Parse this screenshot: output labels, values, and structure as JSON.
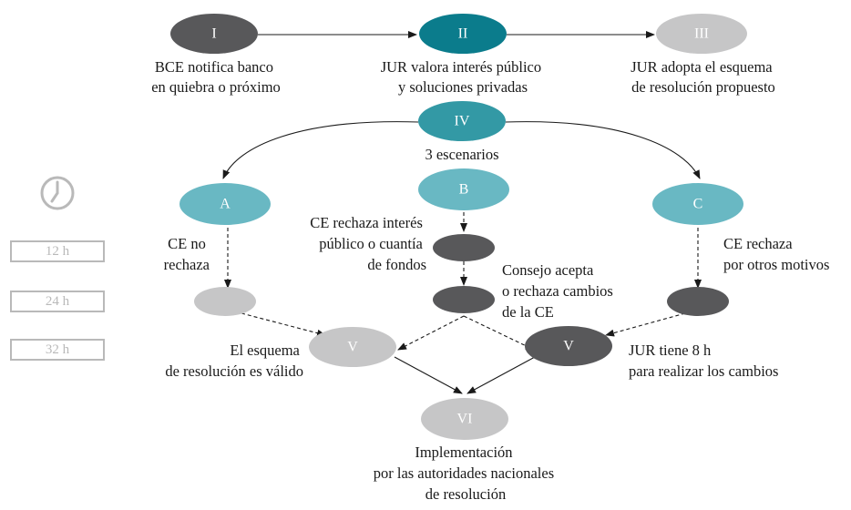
{
  "colors": {
    "dark": "#58585a",
    "teal_dark": "#0b7c8c",
    "teal_mid": "#3399a5",
    "teal_light": "#69b8c3",
    "grey_light": "#c6c6c7",
    "grey_box": "#b9b9b9",
    "line": "#1a1a1a"
  },
  "nodes": {
    "I": {
      "label": "I"
    },
    "II": {
      "label": "II"
    },
    "III": {
      "label": "III"
    },
    "IV": {
      "label": "IV"
    },
    "A": {
      "label": "A"
    },
    "B": {
      "label": "B"
    },
    "C": {
      "label": "C"
    },
    "V_left": {
      "label": "V"
    },
    "V_right": {
      "label": "V"
    },
    "VI": {
      "label": "VI"
    }
  },
  "captions": {
    "I": [
      "BCE notifica banco",
      "en quiebra o próximo"
    ],
    "II": [
      "JUR valora interés público",
      "y soluciones privadas"
    ],
    "III": [
      "JUR adopta el esquema",
      "de resolución propuesto"
    ],
    "IV": [
      "3 escenarios"
    ],
    "A": [
      "CE no",
      "rechaza"
    ],
    "B": [
      "CE rechaza interés",
      "público o cuantía",
      "de fondos"
    ],
    "B2": [
      "Consejo acepta",
      "o rechaza cambios",
      "de la CE"
    ],
    "C": [
      "CE rechaza",
      "por otros motivos"
    ],
    "V_left": [
      "El esquema",
      "de resolución es válido"
    ],
    "V_right": [
      "JUR tiene 8 h",
      "para realizar los cambios"
    ],
    "VI": [
      "Implementación",
      "por las autoridades nacionales",
      "de resolución"
    ]
  },
  "timeline": {
    "icon": "clock-icon",
    "labels": [
      "12 h",
      "24 h",
      "32 h"
    ]
  }
}
